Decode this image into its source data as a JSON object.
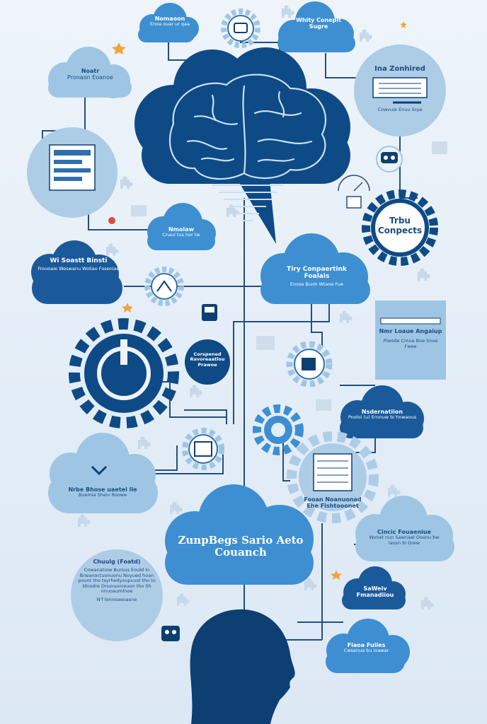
{
  "colors": {
    "navy": "#0e3f73",
    "royal": "#1f5f9e",
    "sky": "#3d8fd1",
    "pale": "#9ec6e4",
    "mist": "#c5dbee",
    "line": "#244f80",
    "accent": "#f2a33a"
  },
  "labels": {
    "top_cloud": "Nomaoon",
    "top_cloud_sub": "Enoa ouar ur qaa",
    "top_right_cloud": "Whity Conepit Sugre",
    "left_cloud": "Noatr",
    "left_cloud_sub": "Pronaon Eoanoe",
    "zoned_title": "Ina Zonhired",
    "zoned_sub": "Cowvuie Enuu Srpe",
    "concepts": "Trbu Conpects",
    "small_cloud": "Nmoiaw",
    "small_cloud_sub": "Cnaui tus hor tw",
    "wi_cloud_title": "Wi Soastt Binsti",
    "wi_cloud_sub": "Frouoaie Weswanu Woliao Foseniae",
    "center_cloud": "Tiry Conpaertink Foalais",
    "center_cloud_sub": "Enose Bunh Wtane Fue",
    "panel_title": "Nmr Loaue Angaiup",
    "panel_sub": "Piwode Cmue Boe Snoe Fwee",
    "gear_circle": "Corspened Ravoreaatlou Prawoe",
    "automation_title": "Nsdernatiion",
    "automation_sub": "Pnoloi (u) Ernnuw bi hnwaous",
    "mid_left_cloud": "Nrbe Bhose uaetel lie",
    "mid_left_sub": "Buemia Sheiv Roowe",
    "gear_panel_text": "Fooan Noanuonad Ehe Fishtooonet",
    "main_title": "ZunpBegs Sario Aeto Couanch",
    "right_cloud": "Cincic Fouaeniue",
    "right_cloud_sub": "Wonet nun Sawnaal Ooanu bw laosn bi Grew",
    "bottom_circle_title": "Chuulg (Foatd)",
    "bottom_circle_body": "Cowanatiow Burous Eould In Brwanoctuonuonu Noyued hoan pount tho tsyrhedyoupuvol tho to ldnodre Dnunuoniouon tho Sh nnuoaumlnoe",
    "bottom_circle_foot": "N'f Ionnoaeoasne",
    "skill_cloud": "SaWeiv Fmanadiiou",
    "bottom_right_cloud": "Fiaoa Fuiies",
    "bottom_right_sub": "Cwsenua bu ioawar"
  },
  "icons": [
    "brain-icon",
    "head-silhouette-icon",
    "gear-icon",
    "monitor-icon",
    "server-rack-icon",
    "robot-icon",
    "tornado-icon",
    "star-icon",
    "puzzle-icon",
    "gauge-icon",
    "clipboard-icon"
  ]
}
